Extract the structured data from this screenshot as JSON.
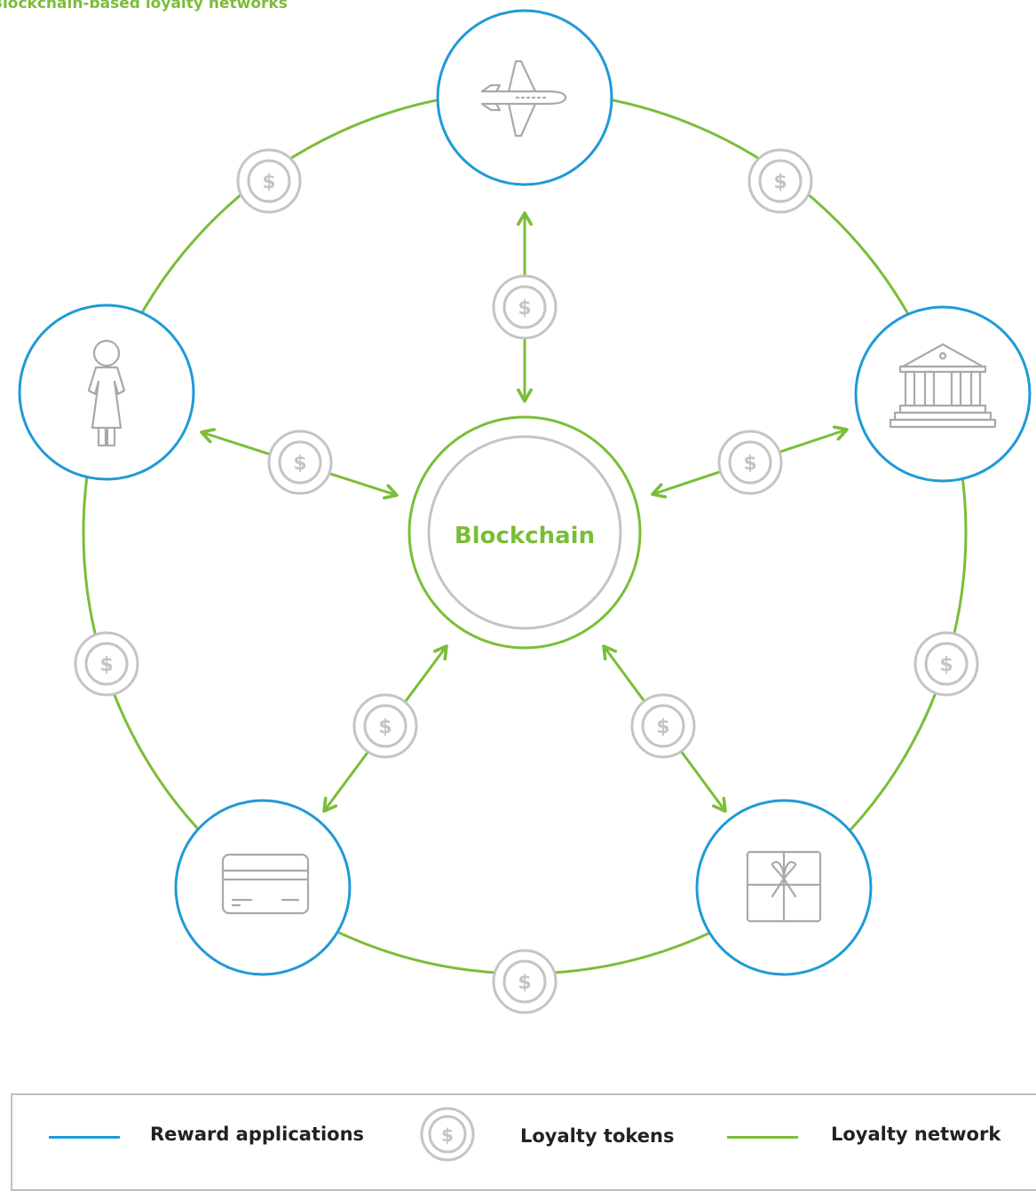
{
  "title": "Blockchain-based loyalty networks",
  "center_label": "Blockchain",
  "token_symbol": "$",
  "nodes": [
    {
      "id": "airline",
      "icon": "airplane-icon"
    },
    {
      "id": "bank",
      "icon": "bank-building-icon"
    },
    {
      "id": "gift",
      "icon": "gift-box-icon"
    },
    {
      "id": "card",
      "icon": "credit-card-icon"
    },
    {
      "id": "customer",
      "icon": "person-icon"
    }
  ],
  "legend": {
    "reward_applications": "Reward applications",
    "loyalty_tokens": "Loyalty tokens",
    "loyalty_network": "Loyalty network"
  },
  "colors": {
    "green": "#7bbd38",
    "blue": "#1f9ad6",
    "gray": "#c4c4c4",
    "icon_gray": "#a9a9a9",
    "legend_border": "#c0c0c0"
  }
}
